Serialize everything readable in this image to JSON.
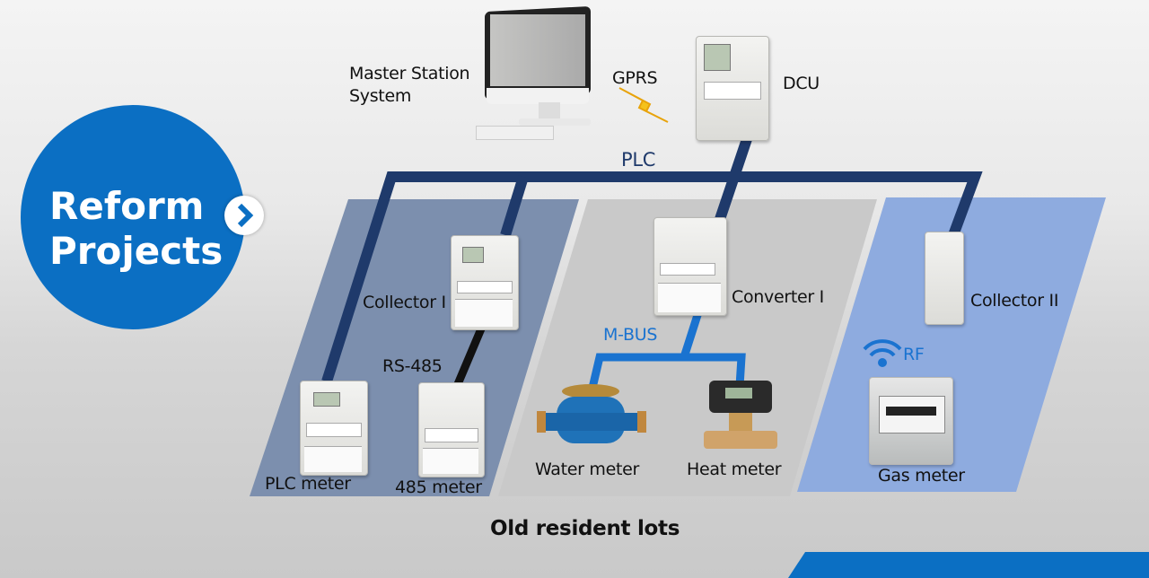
{
  "title": {
    "line1": "Reform",
    "line2": "Projects"
  },
  "labels": {
    "master_station": {
      "line1": "Master Station",
      "line2": "System"
    },
    "gprs": "GPRS",
    "dcu": "DCU",
    "plc": "PLC",
    "collector_1": "Collector I",
    "converter_1": "Converter I",
    "collector_2": "Collector II",
    "rs485": "RS-485",
    "mbus": "M-BUS",
    "rf": "RF",
    "plc_meter": "PLC meter",
    "meter_485": "485 meter",
    "water_meter": "Water meter",
    "heat_meter": "Heat meter",
    "gas_meter": "Gas meter",
    "footer": "Old resident lots"
  },
  "colors": {
    "brand_blue": "#0b6fc3",
    "bus_navy": "#1f3a6b",
    "mbus_blue": "#1a73d0",
    "panel_left": "#7c8fae",
    "panel_mid": "#c9c9c9",
    "panel_right": "#8eabdf"
  }
}
